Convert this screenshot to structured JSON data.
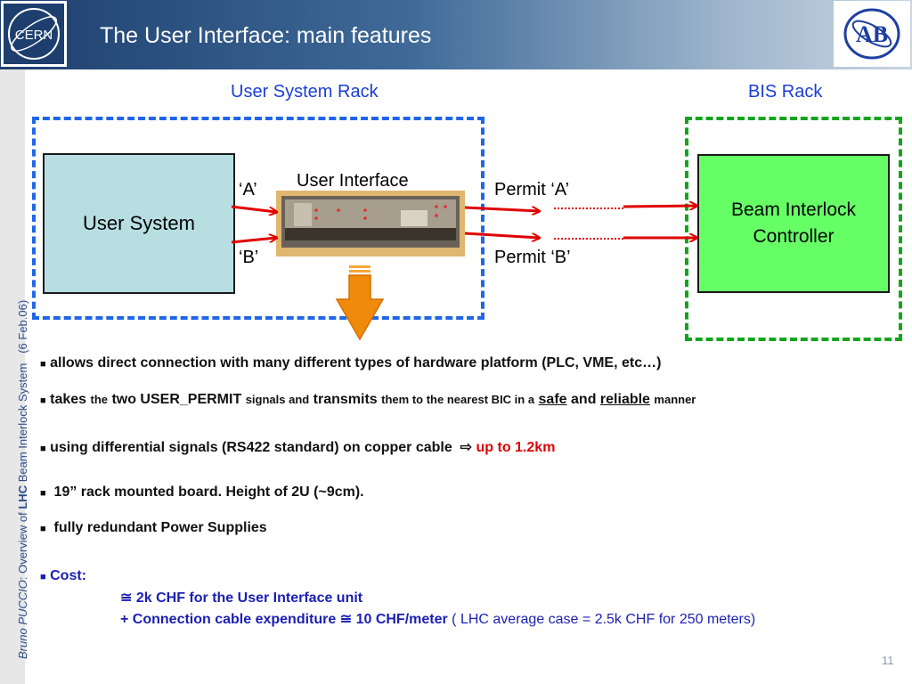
{
  "header": {
    "title": "The User Interface: main features",
    "cern_logo_text": "CERN",
    "ab_logo_text": "AB"
  },
  "sidebar": {
    "author_first": "Bruno",
    "author_last": "PUCCIO",
    "text_middle": ": Overview of ",
    "lhc": "LHC",
    "text_end": " Beam Interlock System",
    "date": "(6 Feb.06)"
  },
  "diagram": {
    "user_rack_label": "User System Rack",
    "bis_rack_label": "BIS Rack",
    "user_system_label": "User System",
    "user_interface_label": "User Interface",
    "bic_label_line1": "Beam Interlock",
    "bic_label_line2": "Controller",
    "signal_a": "‘A’",
    "signal_b": "‘B’",
    "permit_a": "Permit ‘A’",
    "permit_b": "Permit ‘B’",
    "colors": {
      "user_rack": "#2066e8",
      "bis_rack": "#13a51c",
      "arrow": "#e00000",
      "big_arrow": "#f08a0a"
    }
  },
  "bullets": {
    "b1": "allows direct connection with many different types of hardware platform (PLC, VME, etc…)",
    "b2_takes": "takes",
    "b2_the": "the",
    "b2_two": "two USER_PERMIT",
    "b2_signals_and": "signals and",
    "b2_transmits": "transmits",
    "b2_them": "them to the nearest BIC in a",
    "b2_safe": "safe",
    "b2_and": "and",
    "b2_reliable": "reliable",
    "b2_manner": "manner",
    "b3_text": "using differential signals (RS422 standard) on copper cable",
    "b3_arrow": "⇨",
    "b3_red": "up to 1.2km",
    "b4": "19” rack mounted board. Height of 2U (~9cm).",
    "b5": "fully redundant Power Supplies",
    "cost_label": "Cost:",
    "cost_line1": "≅ 2k CHF for the User Interface unit",
    "cost_line2_bold": "+ Connection cable expenditure ≅ 10 CHF/meter",
    "cost_line2_normal": " ( LHC average case = 2.5k CHF for 250 meters)"
  },
  "page_number": "11"
}
